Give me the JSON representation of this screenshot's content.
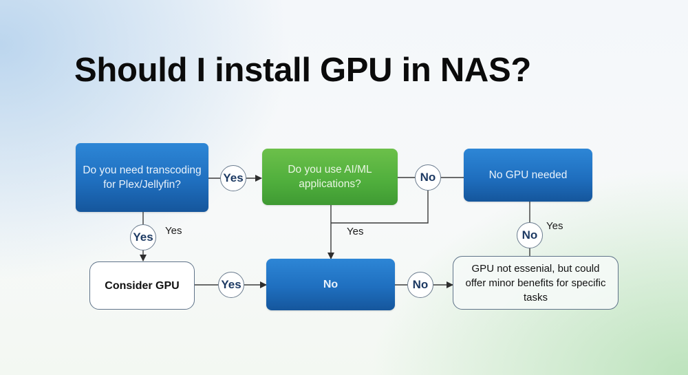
{
  "title": "Should I install GPU in NAS?",
  "nodes": {
    "q_transcoding": "Do you need transcoding for Plex/Jellyfin?",
    "q_aiml": "Do you use AI/ML applications?",
    "no_gpu_needed": "No GPU needed",
    "consider_gpu": "Consider GPU",
    "no_box": "No",
    "gpu_not_essential": "GPU not essenial, but could offer minor benefits for specific tasks"
  },
  "edge_badges": {
    "transcoding_to_aiml": "Yes",
    "aiml_to_no_gpu": "No",
    "transcoding_down": "Yes",
    "consider_to_no": "Yes",
    "no_to_not_essential": "No",
    "no_gpu_down": "No"
  },
  "edge_labels": {
    "transcoding_down": "Yes",
    "aiml_down": "Yes",
    "no_gpu_down": "Yes"
  },
  "colors": {
    "primary_blue": "#1f6fbf",
    "decision_green": "#4fae3c",
    "badge_text": "#1d3a63"
  }
}
